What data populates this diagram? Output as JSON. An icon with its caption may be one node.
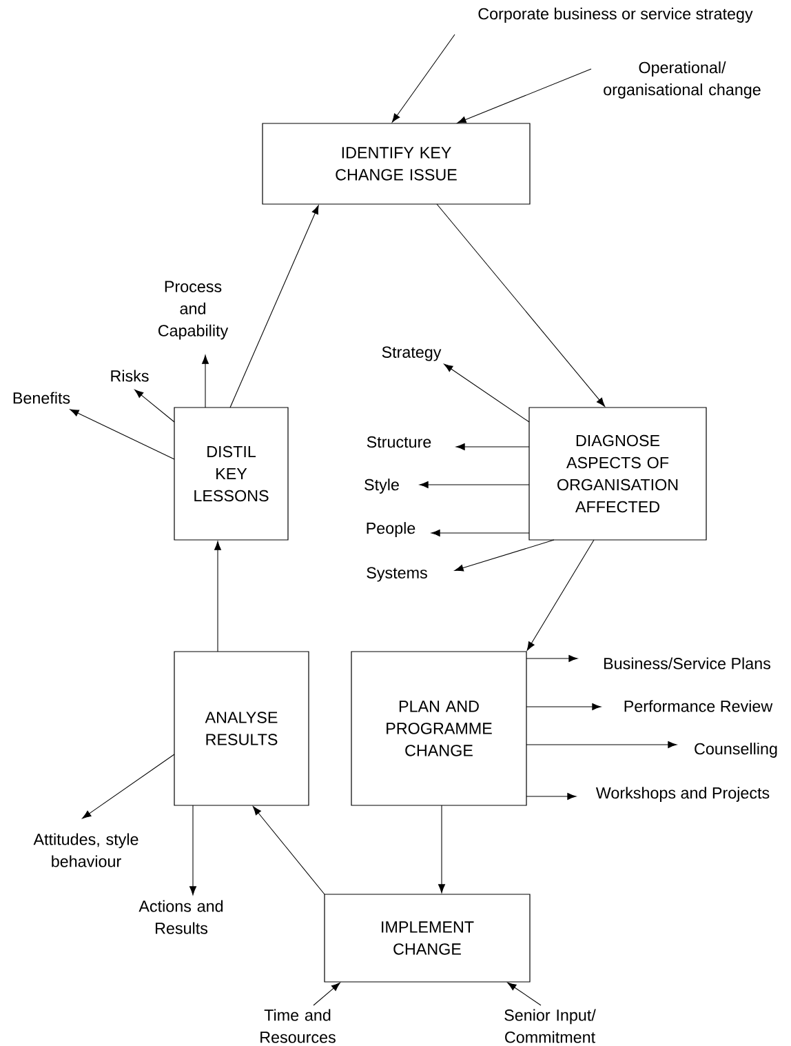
{
  "diagram": {
    "nodes": [
      {
        "text": [
          "Corporate business or service strategy"
        ]
      },
      {
        "text": [
          "Operational/ organisational change"
        ]
      },
      {
        "text": [
          "IDENTIFY KEY CHANGE ISSUE"
        ]
      },
      {
        "text": [
          "Process and Capability"
        ]
      },
      {
        "text": [
          "Risks"
        ]
      },
      {
        "text": [
          "Benefits"
        ]
      },
      {
        "text": [
          "DISTIL KEY LESSONS"
        ]
      },
      {
        "text": [
          "Strategy"
        ]
      },
      {
        "text": [
          "DIAGNOSE ASPECTS OF ORGANISATION AFFECTED"
        ]
      },
      {
        "text": [
          "Structure"
        ]
      },
      {
        "text": [
          "Style"
        ]
      },
      {
        "text": [
          "People"
        ]
      },
      {
        "text": [
          "Systems"
        ]
      },
      {
        "text": [
          "ANALYSE RESULTS"
        ]
      },
      {
        "text": [
          "PLAN AND PROGRAMME CHANGE"
        ]
      },
      {
        "text": [
          "Business/Service Plans"
        ]
      },
      {
        "text": [
          "Performance Review"
        ]
      },
      {
        "text": [
          "Counselling"
        ]
      },
      {
        "text": [
          "Workshops and Projects"
        ]
      },
      {
        "text": [
          "Attitudes, style behaviour"
        ]
      },
      {
        "text": [
          "Actions and Results"
        ]
      },
      {
        "text": [
          "IMPLEMENT CHANGE"
        ]
      },
      {
        "text": [
          "Time and Resources"
        ]
      },
      {
        "text": [
          "Senior Input/ Commitment"
        ]
      }
    ],
    "edges": [
      {
        "from": 0,
        "to": 2,
        "arrow": "to"
      },
      {
        "from": 1,
        "to": 2,
        "arrow": "to"
      },
      {
        "from": 2,
        "to": 8,
        "arrow": "to"
      },
      {
        "from": 8,
        "to": 7,
        "arrow": "to"
      },
      {
        "from": 8,
        "to": 9,
        "arrow": "to"
      },
      {
        "from": 8,
        "to": 10,
        "arrow": "to"
      },
      {
        "from": 8,
        "to": 11,
        "arrow": "to"
      },
      {
        "from": 8,
        "to": 12,
        "arrow": "to"
      },
      {
        "from": 8,
        "to": 14,
        "arrow": "to"
      },
      {
        "from": 14,
        "to": 15,
        "arrow": "to"
      },
      {
        "from": 14,
        "to": 16,
        "arrow": "to"
      },
      {
        "from": 14,
        "to": 17,
        "arrow": "to"
      },
      {
        "from": 14,
        "to": 18,
        "arrow": "to"
      },
      {
        "from": 14,
        "to": 21,
        "arrow": "to"
      },
      {
        "from": 21,
        "to": 13,
        "arrow": "to"
      },
      {
        "from": 13,
        "to": 19,
        "arrow": "to"
      },
      {
        "from": 13,
        "to": 20,
        "arrow": "to"
      },
      {
        "from": 13,
        "to": 6,
        "arrow": "to"
      },
      {
        "from": 6,
        "to": 5,
        "arrow": "to"
      },
      {
        "from": 6,
        "to": 4,
        "arrow": "to"
      },
      {
        "from": 6,
        "to": 3,
        "arrow": "to"
      },
      {
        "from": 6,
        "to": 2,
        "arrow": "to"
      },
      {
        "from": 22,
        "to": 21,
        "arrow": "to"
      },
      {
        "from": 23,
        "to": 21,
        "arrow": "to"
      }
    ]
  }
}
